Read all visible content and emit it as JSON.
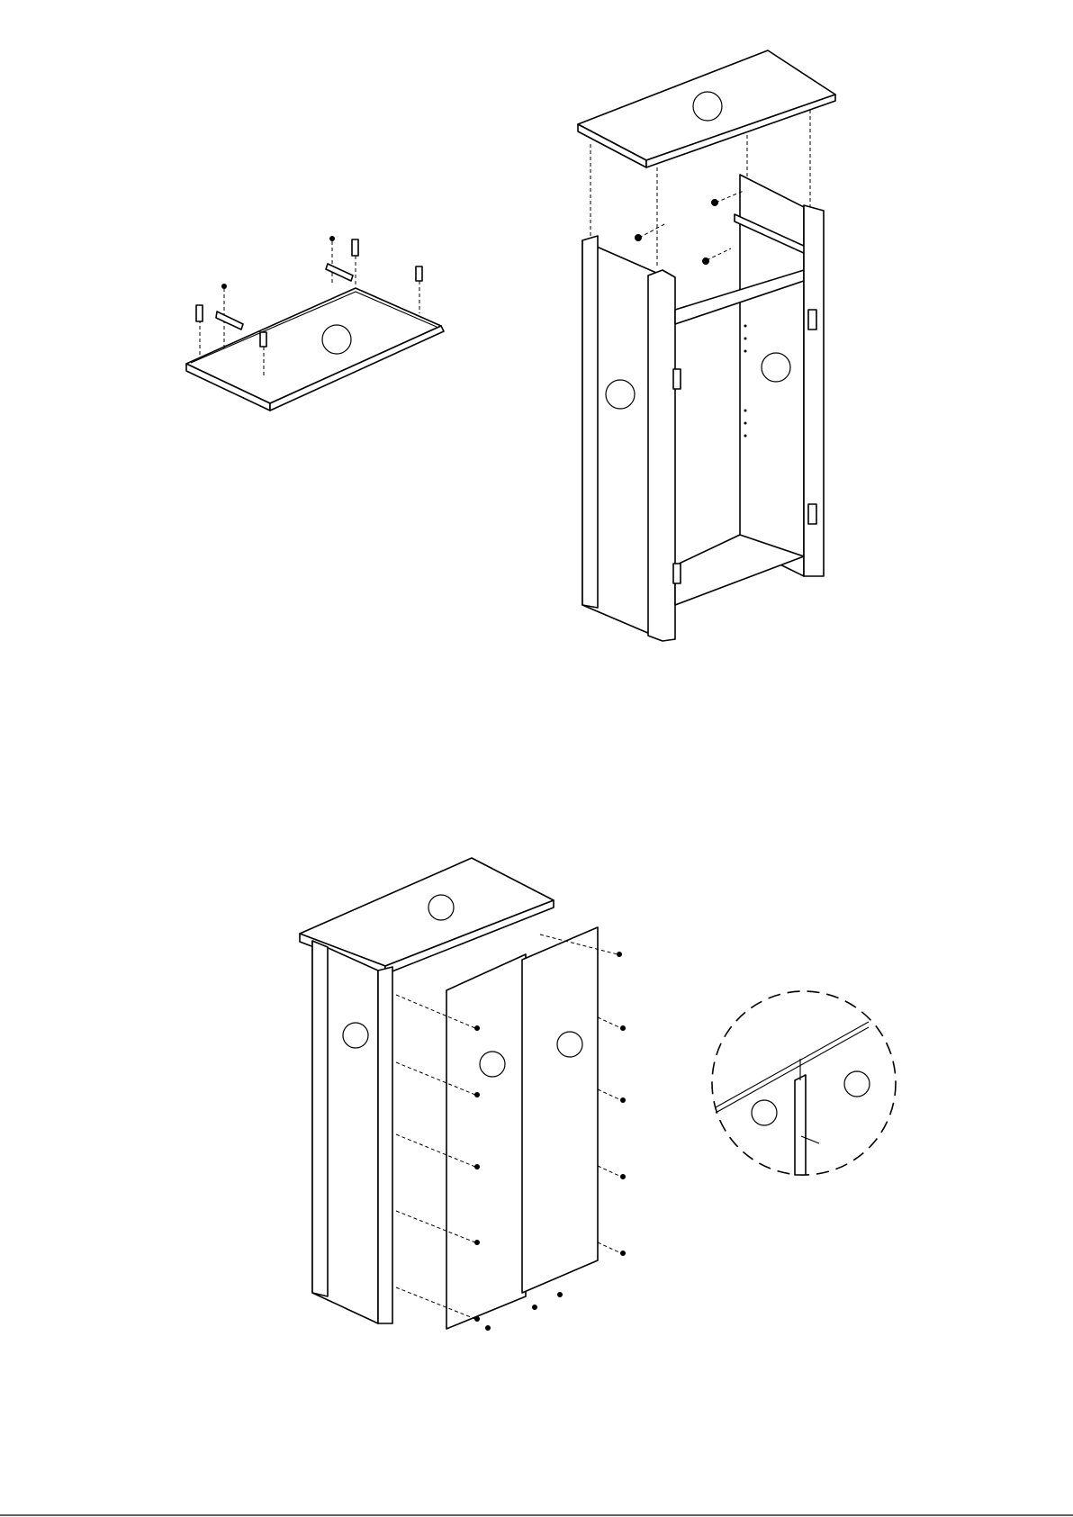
{
  "figures": [
    {
      "id": "top-panel-fittings",
      "part_labels": [
        "",
        ""
      ]
    },
    {
      "id": "top-onto-carcass",
      "part_labels": [
        "",
        "",
        ""
      ]
    },
    {
      "id": "back-panels",
      "part_labels": [
        "",
        "",
        "",
        ""
      ]
    },
    {
      "id": "back-panel-detail",
      "part_labels": [
        "",
        ""
      ]
    }
  ],
  "colors": {
    "line": "#000000",
    "background": "#ffffff"
  }
}
